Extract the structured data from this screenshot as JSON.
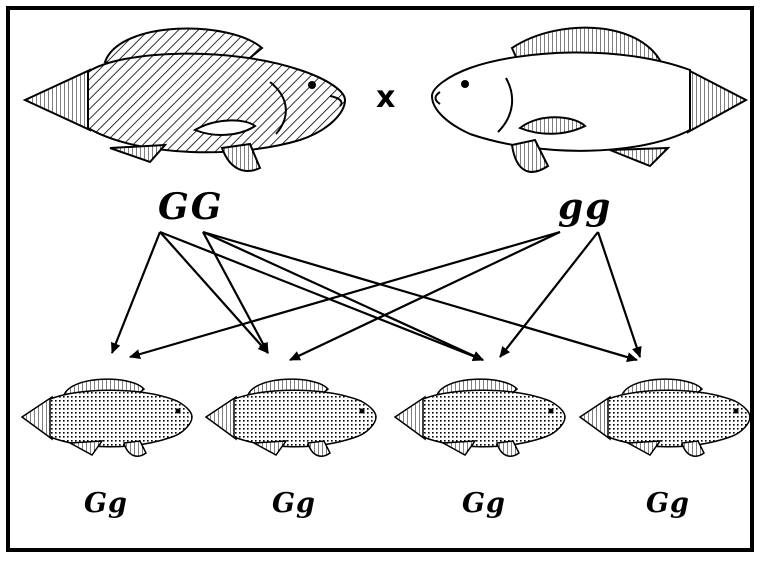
{
  "parents": {
    "left_genotype": "GG",
    "right_genotype": "gg",
    "cross_symbol": "x"
  },
  "offspring": [
    {
      "genotype": "Gg"
    },
    {
      "genotype": "Gg"
    },
    {
      "genotype": "Gg"
    },
    {
      "genotype": "Gg"
    }
  ]
}
